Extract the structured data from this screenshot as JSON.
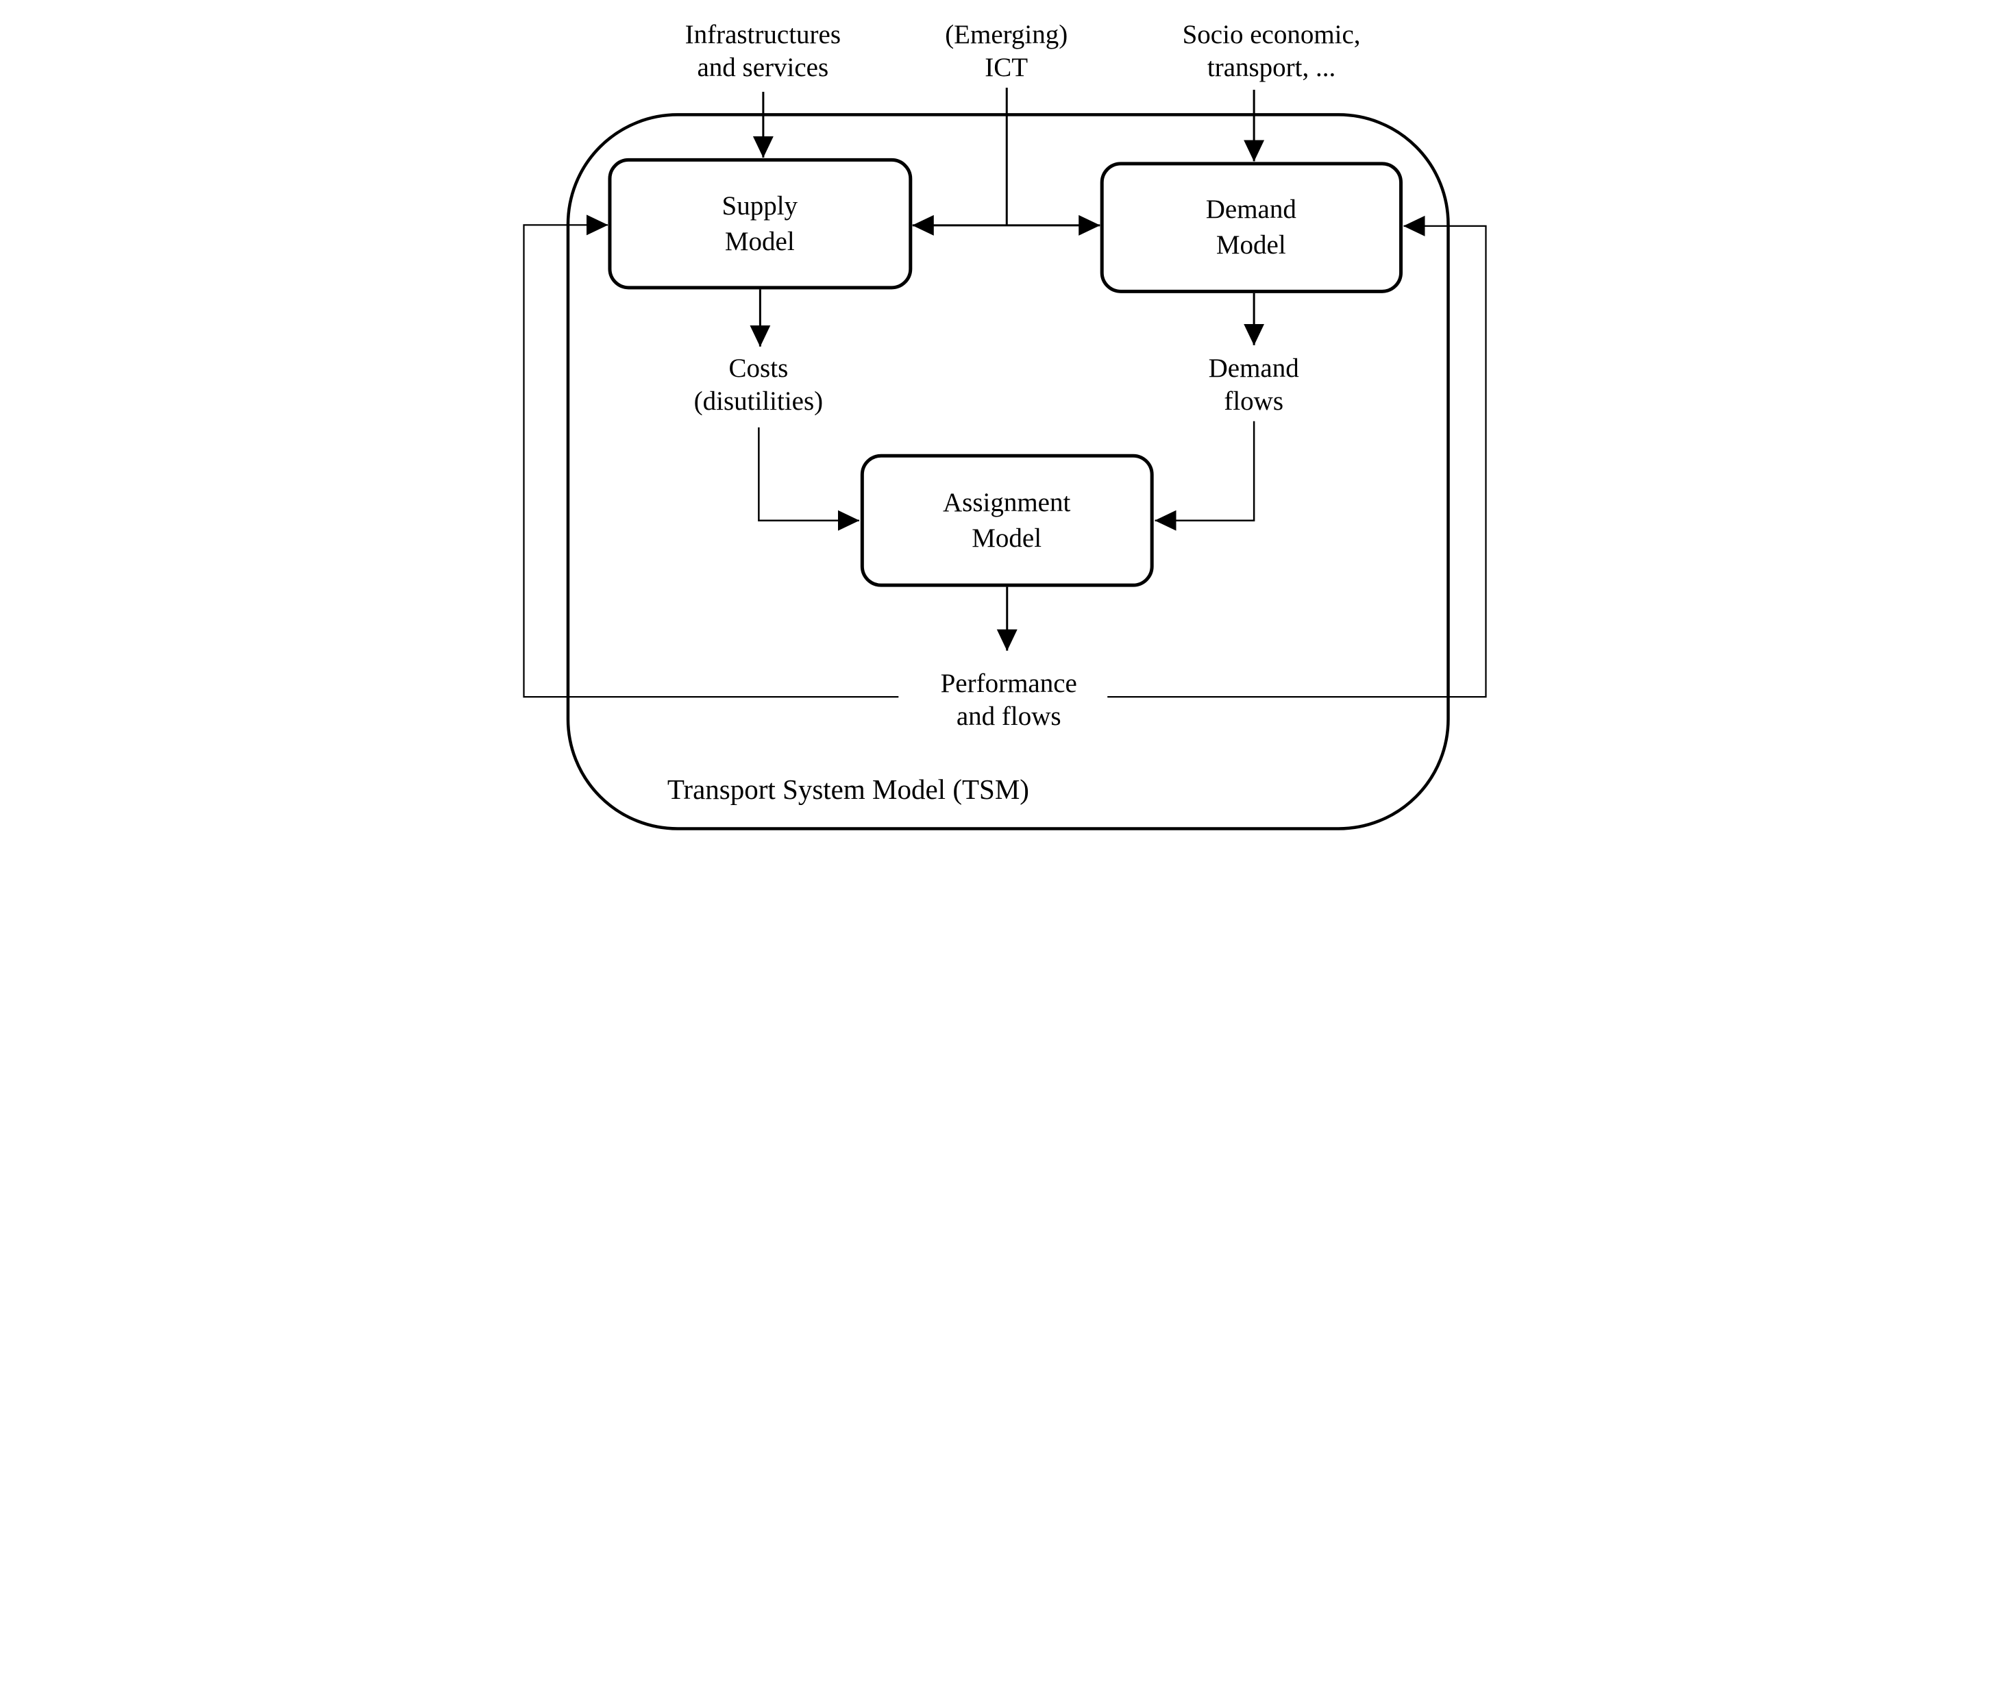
{
  "diagram": {
    "container_label": "Transport System Model (TSM)",
    "inputs": {
      "infrastructures": "Infrastructures\nand services",
      "ict": "(Emerging)\nICT",
      "socio_economic": "Socio economic,\ntransport, ..."
    },
    "nodes": {
      "supply_model": "Supply\nModel",
      "demand_model": "Demand\nModel",
      "assignment_model": "Assignment\nModel"
    },
    "intermediates": {
      "costs": "Costs\n(disutilities)",
      "demand_flows": "Demand\nflows",
      "performance": "Performance\nand flows"
    },
    "colors": {
      "line": "#000000",
      "background": "#ffffff",
      "box_fill": "#ffffff",
      "text": "#000000"
    }
  }
}
